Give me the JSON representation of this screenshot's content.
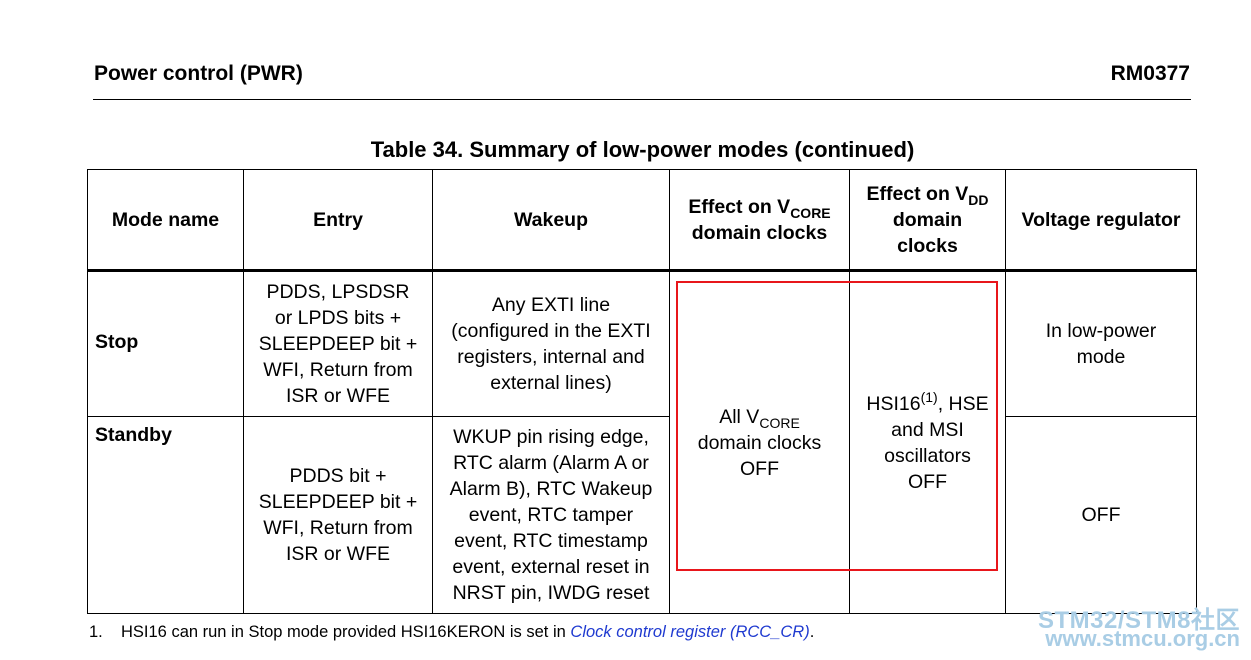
{
  "header": {
    "section_title": "Power control (PWR)",
    "doc_id": "RM0377"
  },
  "table": {
    "caption": "Table 34. Summary of low-power modes (continued)",
    "columns": {
      "mode_name": "Mode name",
      "entry": "Entry",
      "wakeup": "Wakeup",
      "vcore_pre": "Effect on V",
      "vcore_sub": "CORE",
      "vcore_post": "domain clocks",
      "vdd_pre": "Effect on V",
      "vdd_sub": "DD",
      "vdd_post1": "domain",
      "vdd_post2": "clocks",
      "regulator": "Voltage regulator"
    },
    "rows": [
      {
        "mode": "Stop",
        "entry": [
          "PDDS, LPSDSR",
          "or LPDS bits +",
          "SLEEPDEEP bit +",
          "WFI, Return from",
          "ISR or WFE"
        ],
        "wakeup": [
          "Any EXTI line",
          "(configured in the EXTI",
          "registers, internal and",
          "external lines)"
        ],
        "regulator": [
          "In low-power",
          "mode"
        ]
      },
      {
        "mode": "Standby",
        "entry": [
          "PDDS bit +",
          "SLEEPDEEP bit +",
          "WFI, Return from",
          "ISR or WFE"
        ],
        "wakeup": [
          "WKUP pin rising edge,",
          "RTC alarm (Alarm A or",
          "Alarm B), RTC Wakeup",
          "event, RTC tamper",
          "event, RTC timestamp",
          "event, external reset in",
          "NRST pin, IWDG reset"
        ],
        "regulator": [
          "OFF"
        ]
      }
    ],
    "merged_vcore": {
      "pre": "All V",
      "sub": "CORE",
      "line2": "domain clocks",
      "line3": "OFF"
    },
    "merged_vdd": {
      "pre": "HSI16",
      "sup": "(1)",
      "post": ", HSE",
      "line2": "and MSI",
      "line3": "oscillators",
      "line4": "OFF"
    }
  },
  "footnote": {
    "number": "1.",
    "text": "HSI16 can run in Stop mode provided HSI16KERON is set in ",
    "link": "Clock control register (RCC_CR)",
    "end": "."
  },
  "watermark": {
    "line1": "STM32/STM8社区",
    "line2": "www.stmcu.org.cn"
  },
  "colors": {
    "highlight_box": "#e8161b",
    "link": "#1f3ad0",
    "watermark": "#a9cde5"
  }
}
